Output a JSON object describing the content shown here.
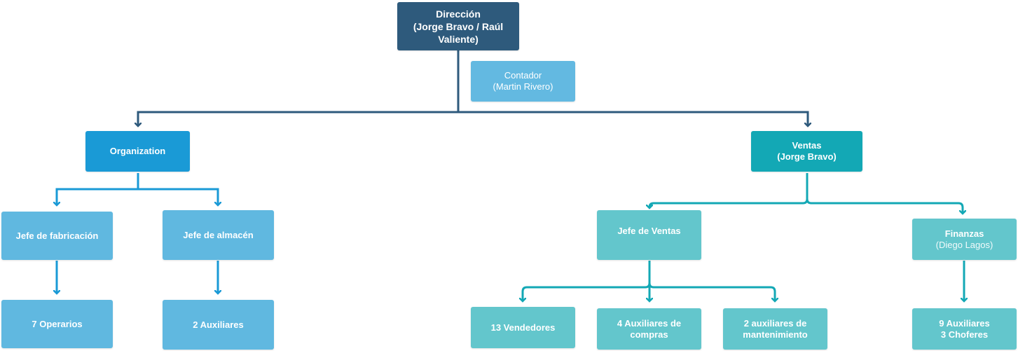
{
  "direccion": {
    "line1": "Dirección",
    "line2": "(Jorge Bravo / Raúl",
    "line3": "Valiente)"
  },
  "contador": {
    "line1": "Contador",
    "line2": "(Martin Rivero)"
  },
  "organization": {
    "label": "Organization"
  },
  "ventas": {
    "line1": "Ventas",
    "line2": "(Jorge Bravo)"
  },
  "jefe_fabricacion": {
    "label": "Jefe de fabricación"
  },
  "jefe_almacen": {
    "label": "Jefe de almacén"
  },
  "operarios": {
    "label": "7 Operarios"
  },
  "auxiliares_almacen": {
    "label": "2 Auxiliares"
  },
  "jefe_ventas": {
    "label": "Jefe de Ventas"
  },
  "finanzas": {
    "line1": "Finanzas",
    "line2": "(Diego Lagos)"
  },
  "vendedores": {
    "label": "13 Vendedores"
  },
  "aux_compras": {
    "line1": "4 Auxiliares de",
    "line2": "compras"
  },
  "aux_mantenimiento": {
    "line1": "2 auxiliares de",
    "line2": "mantenimiento"
  },
  "finanzas_staff": {
    "line1": "9 Auxiliares",
    "line2": "3 Choferes"
  },
  "colors": {
    "direccion": "#2e5a7c",
    "contador": "#63b9e1",
    "organization": "#1a9ad6",
    "organization_children": "#60b8e0",
    "ventas": "#13a8b5",
    "ventas_children": "#63c6cc",
    "connector_dark": "#2e5a7c",
    "connector_blue": "#1a9ad6",
    "connector_teal": "#13a8b5"
  }
}
